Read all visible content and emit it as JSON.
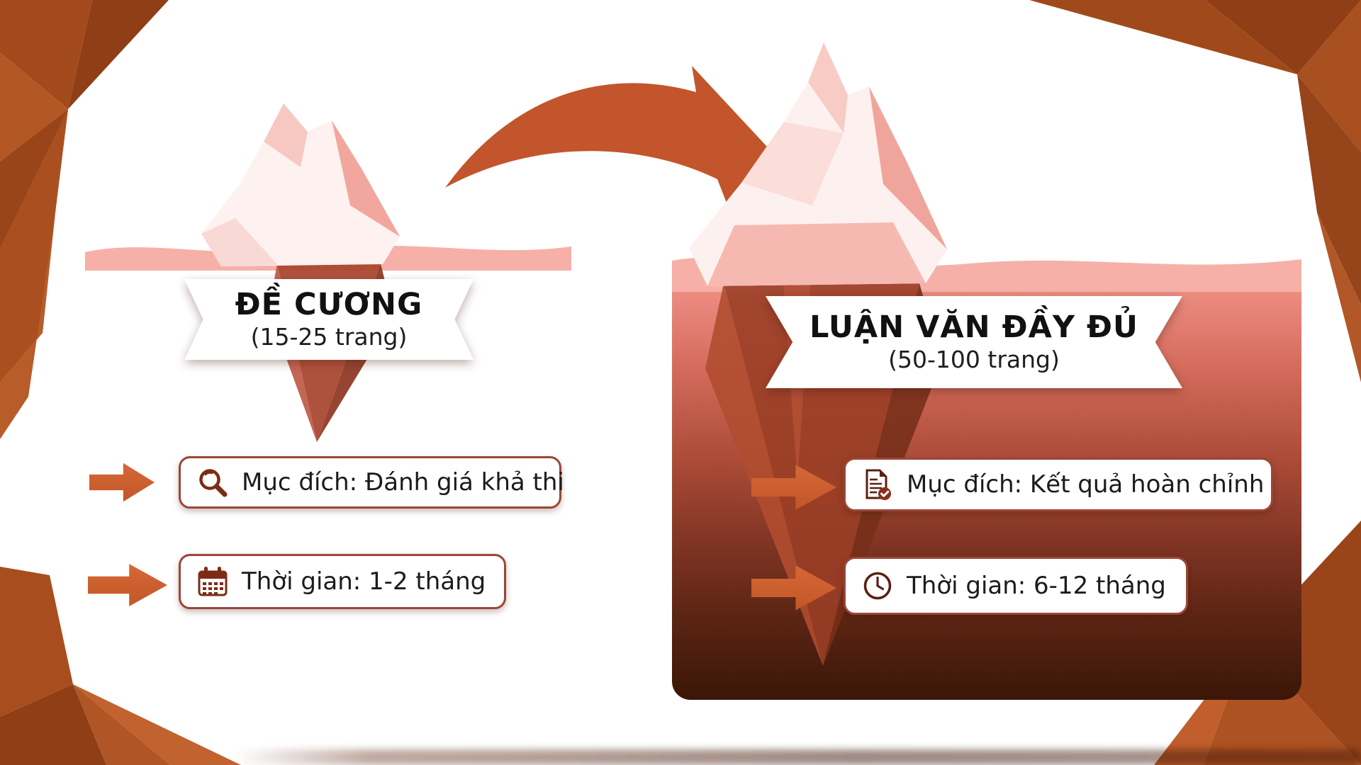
{
  "left_panel": {
    "title": "ĐỀ CƯƠNG",
    "subtitle": "(15-25 trang)",
    "items": [
      {
        "icon": "magnifier-icon",
        "text": "Mục đích: Đánh giá khả thi"
      },
      {
        "icon": "calendar-icon",
        "text": "Thời gian: 1-2 tháng"
      }
    ]
  },
  "right_panel": {
    "title": "LUẬN VĂN ĐẦY ĐỦ",
    "subtitle": "(50-100 trang)",
    "items": [
      {
        "icon": "document-check-icon",
        "text": "Mục đích: Kết quả hoàn chỉnh"
      },
      {
        "icon": "clock-icon",
        "text": "Thời gian: 6-12 tháng"
      }
    ]
  },
  "colors": {
    "accent_orange": "#c2552b",
    "corner_polygon": "#a24a1c",
    "water_top": "#f29289",
    "left_water_bottom": "#8a3c2c",
    "right_water_bottom": "#3b1608",
    "pill_border": "#9c4636",
    "icon_brown": "#7c2c16",
    "text_dark": "#1b1b1b"
  }
}
